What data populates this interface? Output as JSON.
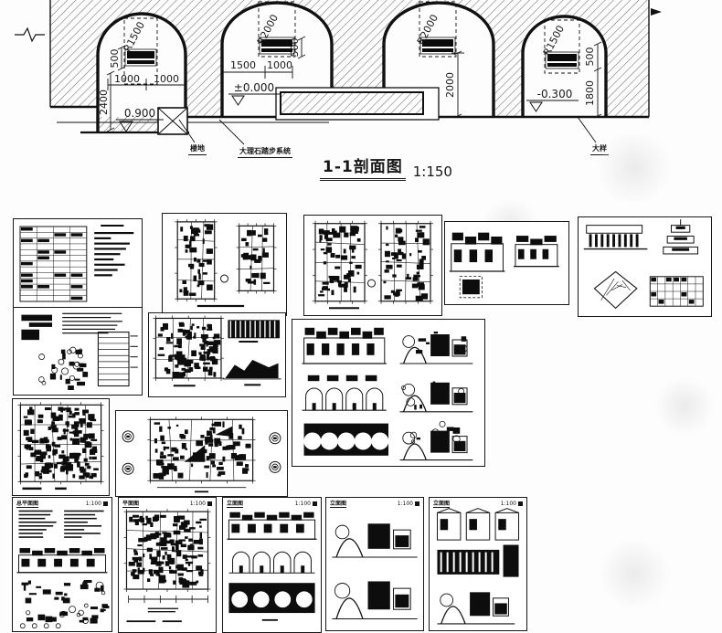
{
  "section": {
    "title": "1-1剖面图",
    "scale": "1:150",
    "dims": {
      "r1": "R1500",
      "r2": "R2000",
      "r3": "R2000",
      "r4": "R1500",
      "d500a": "500",
      "d500b": "500",
      "d500c": "500",
      "w1a": "1000",
      "w1b": "1000",
      "h2400": "2400",
      "lvl1": "0.900",
      "w2a": "1500",
      "w2b": "1000",
      "lvl0": "±0.000",
      "h2000": "2000",
      "h1800": "1800",
      "lvl3": "-0.300"
    },
    "callouts": [
      "楼地",
      "大理石踏步系统",
      "大样"
    ]
  },
  "thumbnails": [
    {
      "id": "t1",
      "kind": "spec",
      "name": "spec-sheet"
    },
    {
      "id": "t2",
      "kind": "plans2",
      "name": "floor-plans-a"
    },
    {
      "id": "t3",
      "kind": "plans2b",
      "name": "floor-plans-b"
    },
    {
      "id": "t4",
      "kind": "elev2",
      "name": "elevations"
    },
    {
      "id": "t5",
      "kind": "details",
      "name": "roof-details"
    },
    {
      "id": "t6",
      "kind": "details2",
      "name": "construction-details"
    },
    {
      "id": "t7",
      "kind": "planelev",
      "name": "plan-elevation"
    },
    {
      "id": "t8",
      "kind": "elev6",
      "name": "elevation-set"
    },
    {
      "id": "t9",
      "kind": "plan",
      "name": "unit-plan"
    },
    {
      "id": "t10",
      "kind": "room",
      "name": "room-plan"
    },
    {
      "id": "t11",
      "kind": "sh-notes",
      "header": "总平面图",
      "note": "1:100",
      "name": "sheet-site-plan"
    },
    {
      "id": "t12",
      "kind": "sh-plan",
      "header": "平面图",
      "note": "1:100",
      "name": "sheet-plan"
    },
    {
      "id": "t13",
      "kind": "sh-arches",
      "header": "立面图",
      "note": "1:100",
      "name": "sheet-elevation-a"
    },
    {
      "id": "t14",
      "kind": "sh-sketch",
      "header": "立面图",
      "note": "1:100",
      "name": "sheet-elevation-b"
    },
    {
      "id": "t15",
      "kind": "sh-colon",
      "header": "立面图",
      "note": "1:100",
      "name": "sheet-elevation-c"
    }
  ]
}
